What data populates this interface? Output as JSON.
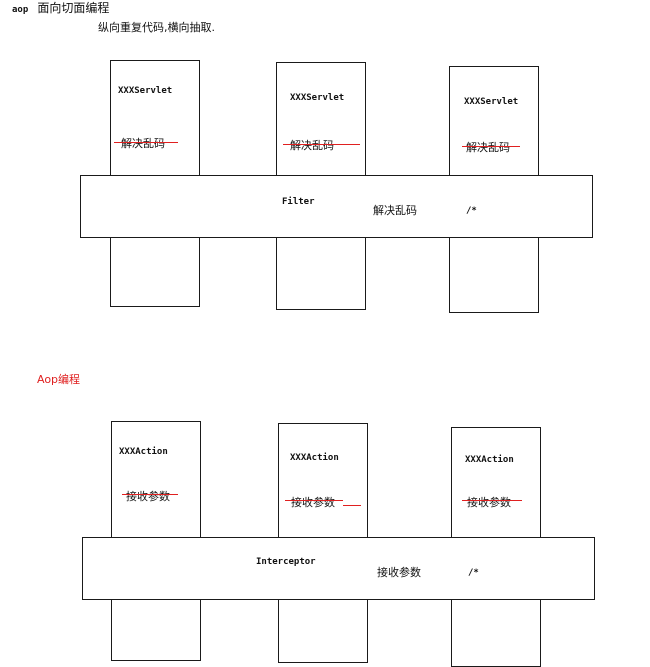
{
  "header": {
    "prefix": "aop",
    "title": "面向切面编程",
    "subtitle": "纵向重复代码,横向抽取."
  },
  "section2": {
    "label": "Aop编程"
  },
  "top_diagram": {
    "columns": [
      {
        "name": "XXXServlet",
        "concern": "解决乱码"
      },
      {
        "name": "XXXServlet",
        "concern": "解决乱码"
      },
      {
        "name": "XXXServlet",
        "concern": "解决乱码"
      }
    ],
    "bar": {
      "name": "Filter",
      "concern": "解决乱码",
      "mapping": "/*"
    }
  },
  "bottom_diagram": {
    "columns": [
      {
        "name": "XXXAction",
        "concern": "接收参数"
      },
      {
        "name": "XXXAction",
        "concern": "接收参数"
      },
      {
        "name": "XXXAction",
        "concern": "接收参数"
      }
    ],
    "bar": {
      "name": "Interceptor",
      "concern": "接收参数",
      "mapping": "/*"
    }
  },
  "colors": {
    "strike": "#e02020",
    "border": "#1a1a1a",
    "label": "#e02020"
  }
}
